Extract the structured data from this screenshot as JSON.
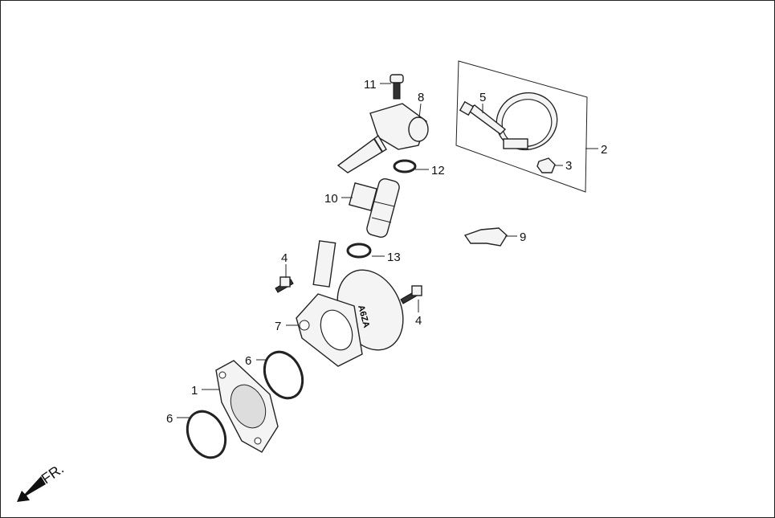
{
  "callouts": [
    {
      "id": "11",
      "label": "11"
    },
    {
      "id": "8",
      "label": "8"
    },
    {
      "id": "5",
      "label": "5"
    },
    {
      "id": "2",
      "label": "2"
    },
    {
      "id": "3",
      "label": "3"
    },
    {
      "id": "12",
      "label": "12"
    },
    {
      "id": "10",
      "label": "10"
    },
    {
      "id": "9",
      "label": "9"
    },
    {
      "id": "13",
      "label": "13"
    },
    {
      "id": "4a",
      "label": "4"
    },
    {
      "id": "4b",
      "label": "4"
    },
    {
      "id": "7",
      "label": "7"
    },
    {
      "id": "6a",
      "label": "6"
    },
    {
      "id": "1",
      "label": "1"
    },
    {
      "id": "6b",
      "label": "6"
    }
  ],
  "direction": {
    "label": "FR.",
    "icon": "front-arrow-icon"
  },
  "part_marking": "A6ZA"
}
